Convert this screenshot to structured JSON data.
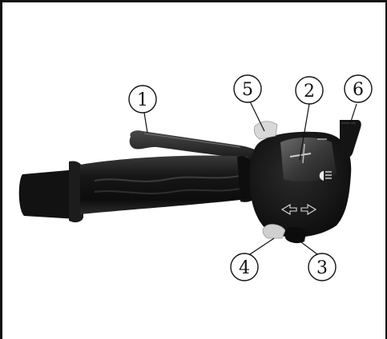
{
  "callouts": [
    {
      "id": 1,
      "label": "1"
    },
    {
      "id": 2,
      "label": "2"
    },
    {
      "id": 3,
      "label": "3"
    },
    {
      "id": 4,
      "label": "4"
    },
    {
      "id": 5,
      "label": "5"
    },
    {
      "id": 6,
      "label": "6"
    }
  ],
  "colors": {
    "body": "#1a1a1a",
    "highlight": "#5a5a5a",
    "chrome": "#d8d8d8",
    "frame": "#111111",
    "background": "#ffffff"
  },
  "icons": [
    "handlebar-switch-assembly",
    "headlight-icon",
    "turn-signal-arrows"
  ]
}
